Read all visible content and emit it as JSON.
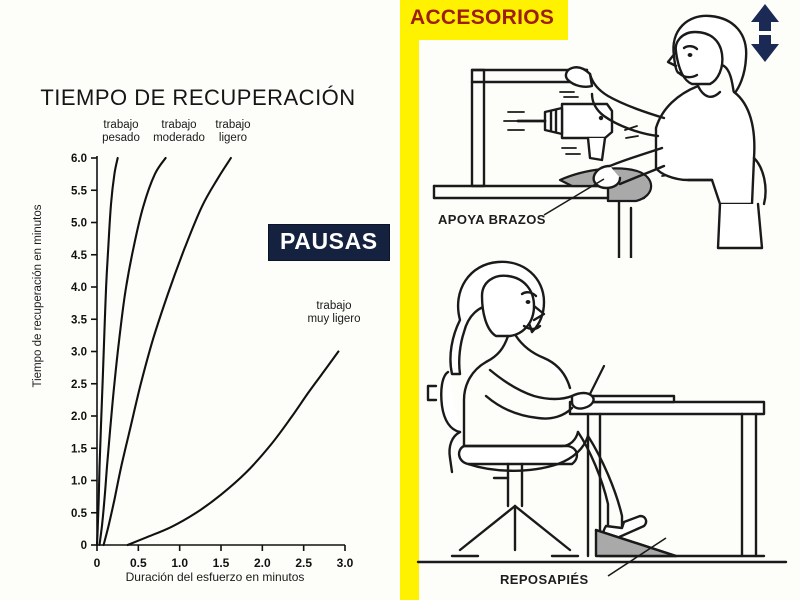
{
  "slide": {
    "background_color": "#fdfdfa",
    "accent_yellow": "#fff200",
    "accent_navy": "#14213f",
    "accent_red": "#9c1f0c"
  },
  "left_panel": {
    "title": "TIEMPO DE RECUPERACIÓN",
    "badge": "PAUSAS",
    "badge_bg": "#14213f",
    "badge_fg": "#ffffff",
    "curve_labels": {
      "pesado": "trabajo\npesado",
      "moderado": "trabajo\nmoderado",
      "ligero": "trabajo\nligero",
      "muy_ligero": "trabajo\nmuy ligero"
    }
  },
  "right_panel": {
    "header": "ACCESORIOS",
    "arrow_icon": "up-down-arrow-icon",
    "figure_labels": {
      "apoya_brazos": "APOYA BRAZOS",
      "reposapies": "REPOSAPIÉS"
    }
  },
  "chart_data": {
    "type": "line",
    "title": "TIEMPO DE RECUPERACIÓN",
    "xlabel": "Duración del esfuerzo en minutos",
    "ylabel": "Tiempo de recuperación en minutos",
    "xlim": [
      0,
      3.0
    ],
    "ylim": [
      0,
      6.0
    ],
    "xticks": [
      "0",
      "0.5",
      "1.0",
      "1.5",
      "2.0",
      "2.5",
      "3.0"
    ],
    "xtick_values": [
      0,
      0.5,
      1.0,
      1.5,
      2.0,
      2.5,
      3.0
    ],
    "yticks": [
      "0",
      "0.5",
      "1.0",
      "1.5",
      "2.0",
      "2.5",
      "3.0",
      "3.5",
      "4.0",
      "4.5",
      "5.0",
      "5.5",
      "6.0"
    ],
    "ytick_values": [
      0,
      0.5,
      1.0,
      1.5,
      2.0,
      2.5,
      3.0,
      3.5,
      4.0,
      4.5,
      5.0,
      5.5,
      6.0
    ],
    "grid": false,
    "legend": "inline-curve-labels",
    "series": [
      {
        "name": "trabajo pesado",
        "points": [
          [
            0.0,
            0.0
          ],
          [
            0.01,
            0.3
          ],
          [
            0.02,
            0.7
          ],
          [
            0.03,
            1.2
          ],
          [
            0.05,
            1.9
          ],
          [
            0.07,
            2.6
          ],
          [
            0.09,
            3.3
          ],
          [
            0.11,
            4.0
          ],
          [
            0.14,
            4.7
          ],
          [
            0.17,
            5.3
          ],
          [
            0.21,
            5.75
          ],
          [
            0.25,
            6.0
          ]
        ]
      },
      {
        "name": "trabajo moderado",
        "points": [
          [
            0.03,
            0.0
          ],
          [
            0.06,
            0.3
          ],
          [
            0.09,
            0.7
          ],
          [
            0.12,
            1.2
          ],
          [
            0.16,
            1.8
          ],
          [
            0.21,
            2.5
          ],
          [
            0.27,
            3.2
          ],
          [
            0.34,
            3.9
          ],
          [
            0.44,
            4.6
          ],
          [
            0.56,
            5.25
          ],
          [
            0.7,
            5.75
          ],
          [
            0.83,
            6.0
          ]
        ]
      },
      {
        "name": "trabajo ligero",
        "points": [
          [
            0.08,
            0.0
          ],
          [
            0.14,
            0.3
          ],
          [
            0.21,
            0.7
          ],
          [
            0.29,
            1.2
          ],
          [
            0.4,
            1.8
          ],
          [
            0.53,
            2.5
          ],
          [
            0.68,
            3.2
          ],
          [
            0.86,
            3.9
          ],
          [
            1.06,
            4.6
          ],
          [
            1.27,
            5.25
          ],
          [
            1.47,
            5.7
          ],
          [
            1.62,
            6.0
          ]
        ]
      },
      {
        "name": "trabajo muy ligero",
        "points": [
          [
            0.37,
            0.0
          ],
          [
            0.6,
            0.12
          ],
          [
            0.9,
            0.28
          ],
          [
            1.2,
            0.5
          ],
          [
            1.5,
            0.78
          ],
          [
            1.8,
            1.12
          ],
          [
            2.1,
            1.55
          ],
          [
            2.35,
            1.98
          ],
          [
            2.55,
            2.35
          ],
          [
            2.75,
            2.7
          ],
          [
            2.92,
            3.0
          ]
        ]
      }
    ]
  }
}
